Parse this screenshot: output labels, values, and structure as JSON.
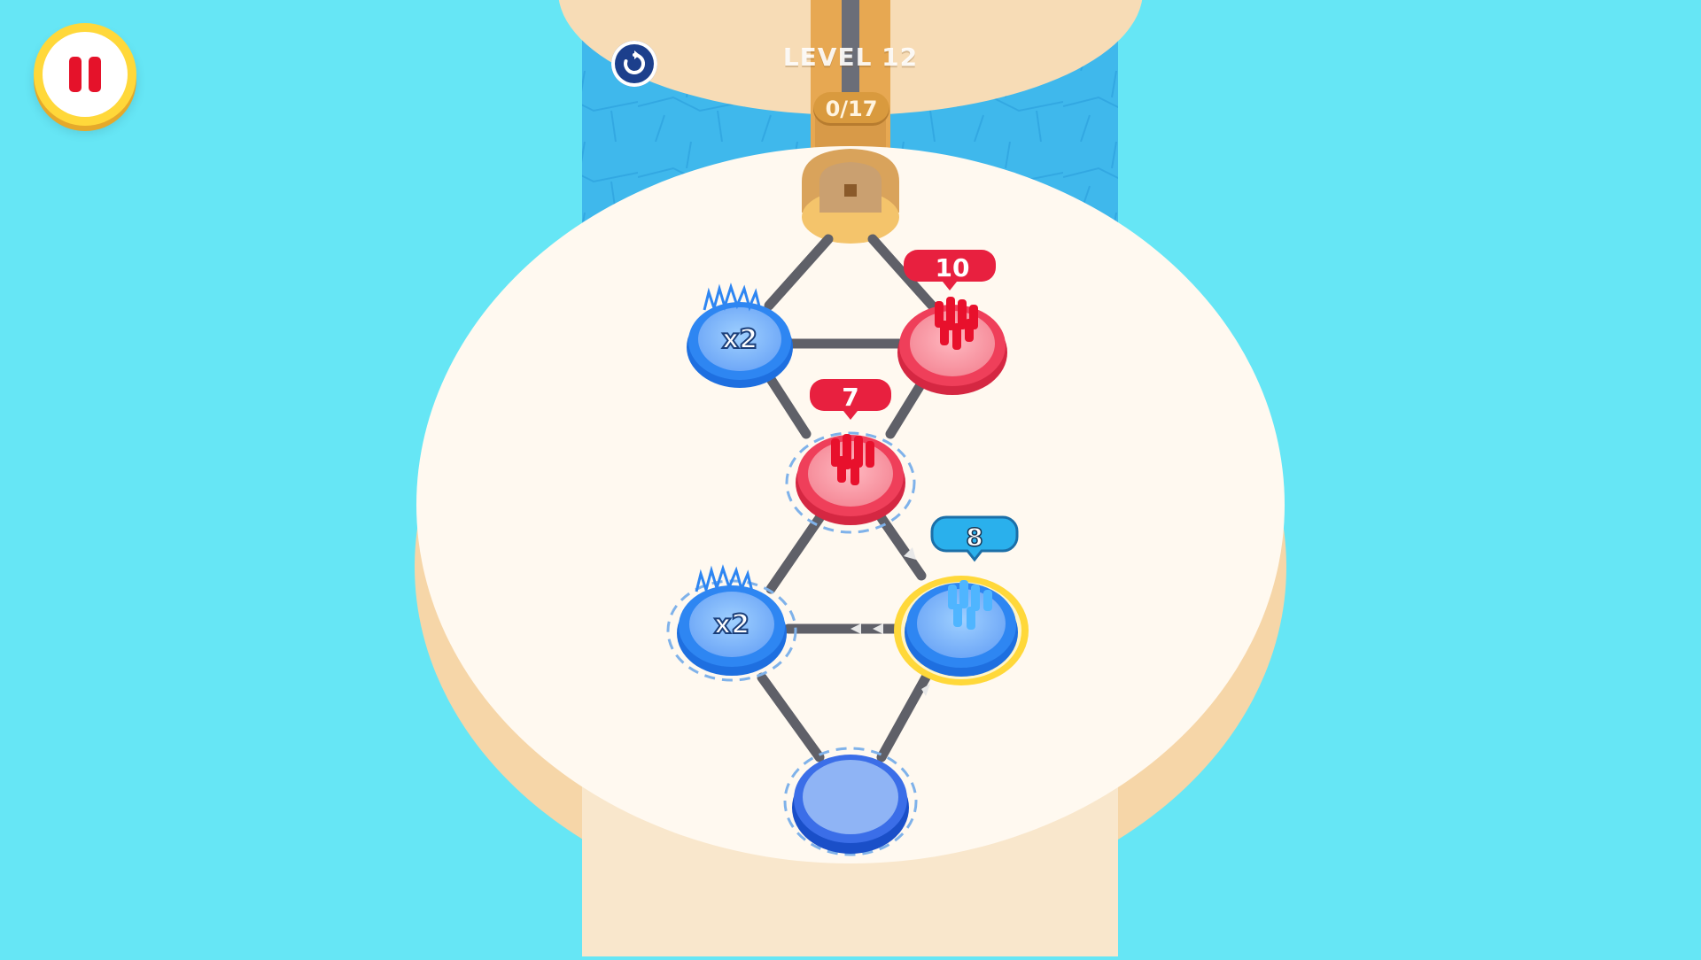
{
  "hud": {
    "level_label": "LEVEL 12",
    "progress": "0/17",
    "pause_icon": "pause-icon",
    "restart_icon": "restart-icon"
  },
  "board": {
    "nodes": [
      {
        "id": "node-top-left",
        "team": "blue",
        "label": "x2",
        "count": null
      },
      {
        "id": "node-top-right",
        "team": "red",
        "label": "",
        "count": "10"
      },
      {
        "id": "node-middle",
        "team": "red",
        "label": "",
        "count": "7"
      },
      {
        "id": "node-bottom-left",
        "team": "blue",
        "label": "x2",
        "count": null
      },
      {
        "id": "node-bottom-right",
        "team": "blue",
        "label": "",
        "count": "8",
        "selected": true
      },
      {
        "id": "node-bottom",
        "team": "blue",
        "label": "",
        "count": null
      }
    ]
  },
  "colors": {
    "water": "#66e6f5",
    "platform": "#fff9f0",
    "platform_edge": "#f6d6a8",
    "blue_team": "#2e86f2",
    "red_team": "#ef3f5a",
    "selected_ring": "#ffd83a",
    "count_bubble_red": "#e8203f",
    "count_bubble_blue": "#2ab0ec"
  }
}
